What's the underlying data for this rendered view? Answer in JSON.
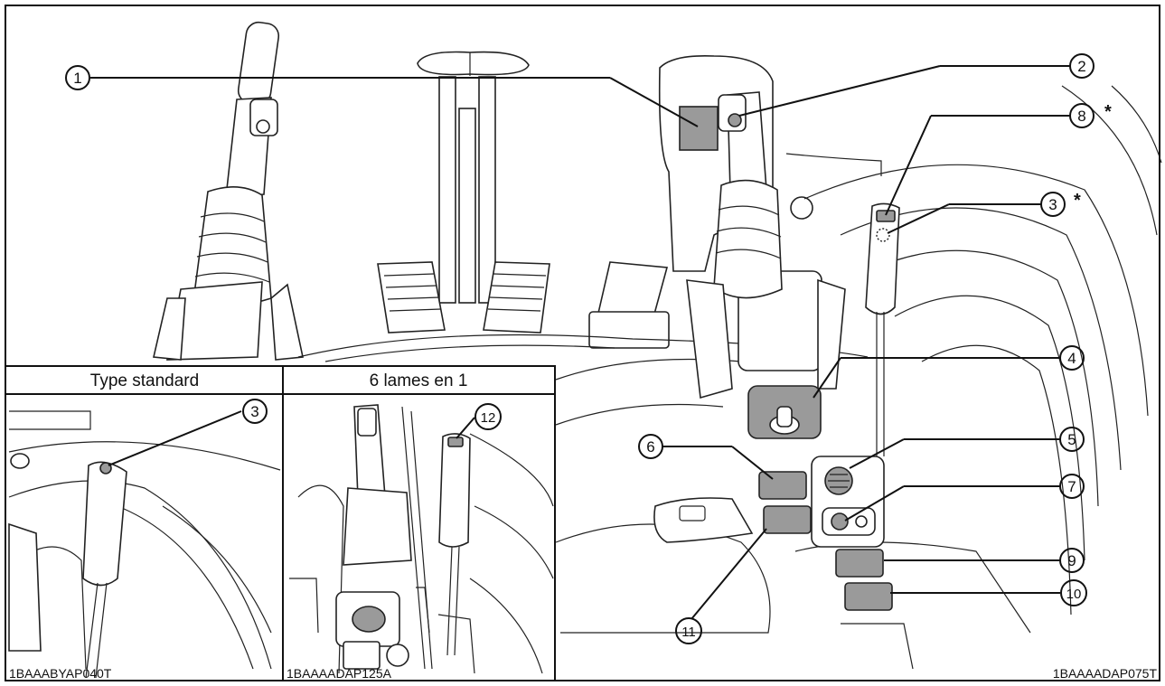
{
  "callouts": [
    {
      "id": "c1",
      "label": "1"
    },
    {
      "id": "c2",
      "label": "2"
    },
    {
      "id": "c3",
      "label": "3",
      "asterisk": "*"
    },
    {
      "id": "c4",
      "label": "4"
    },
    {
      "id": "c5",
      "label": "5"
    },
    {
      "id": "c6",
      "label": "6"
    },
    {
      "id": "c7",
      "label": "7"
    },
    {
      "id": "c8",
      "label": "8",
      "asterisk": "*"
    },
    {
      "id": "c9",
      "label": "9"
    },
    {
      "id": "c10",
      "label": "10"
    },
    {
      "id": "c11",
      "label": "11"
    }
  ],
  "inset_left": {
    "title": "Type standard",
    "callout": "3",
    "code": "1BAAABYAP040T"
  },
  "inset_right": {
    "title": "6 lames en 1",
    "callout": "12",
    "code": "1BAAAADAP125A"
  },
  "main_code": "1BAAAADAP075T",
  "colors": {
    "ink": "#111111",
    "highlight": "#9a9a9a",
    "background": "#ffffff"
  }
}
